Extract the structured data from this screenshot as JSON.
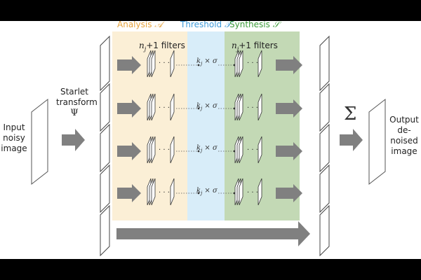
{
  "sections": {
    "analysis": {
      "label": "Analysis",
      "symbol": "𝒜"
    },
    "threshold": {
      "label": "Threshold",
      "symbol": "𝒯"
    },
    "synthesis": {
      "label": "Synthesis",
      "symbol": "𝒮"
    }
  },
  "filters_label": {
    "nj": "n",
    "sub": "j",
    "rest": "+1 filters"
  },
  "input": {
    "lines": [
      "Input",
      "noisy",
      "image"
    ]
  },
  "transform": {
    "lines": [
      "Starlet",
      "transform"
    ],
    "symbol": "Ψ"
  },
  "threshold_op": {
    "text": "k",
    "sub": "j",
    "rest": " × σ"
  },
  "sum_symbol": "Σ",
  "output": {
    "lines": [
      "Output",
      "de-",
      "noised",
      "image"
    ]
  },
  "ellipsis": "· · ·",
  "colors": {
    "analysis_bg": "#fbefd6",
    "threshold_bg": "#d8edf9",
    "synthesis_bg": "#c3d9b5",
    "arrow": "#808080"
  }
}
